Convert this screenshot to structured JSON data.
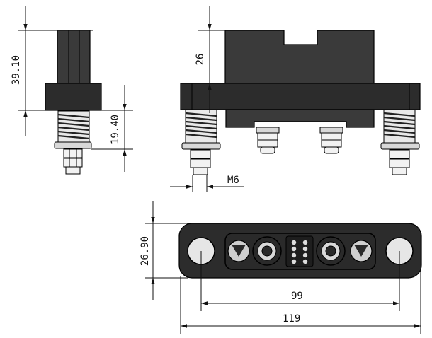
{
  "dimensions": {
    "side_total_height": "39.10",
    "side_spring_height": "19.40",
    "front_body_height": "26",
    "thread": "M6",
    "bottom_height": "26.90",
    "hole_spacing": "99",
    "overall_length": "119"
  },
  "colors": {
    "housing": "#3a3a3a",
    "outline": "#000000",
    "metal": "#d8d8d8",
    "background": "#ffffff"
  }
}
